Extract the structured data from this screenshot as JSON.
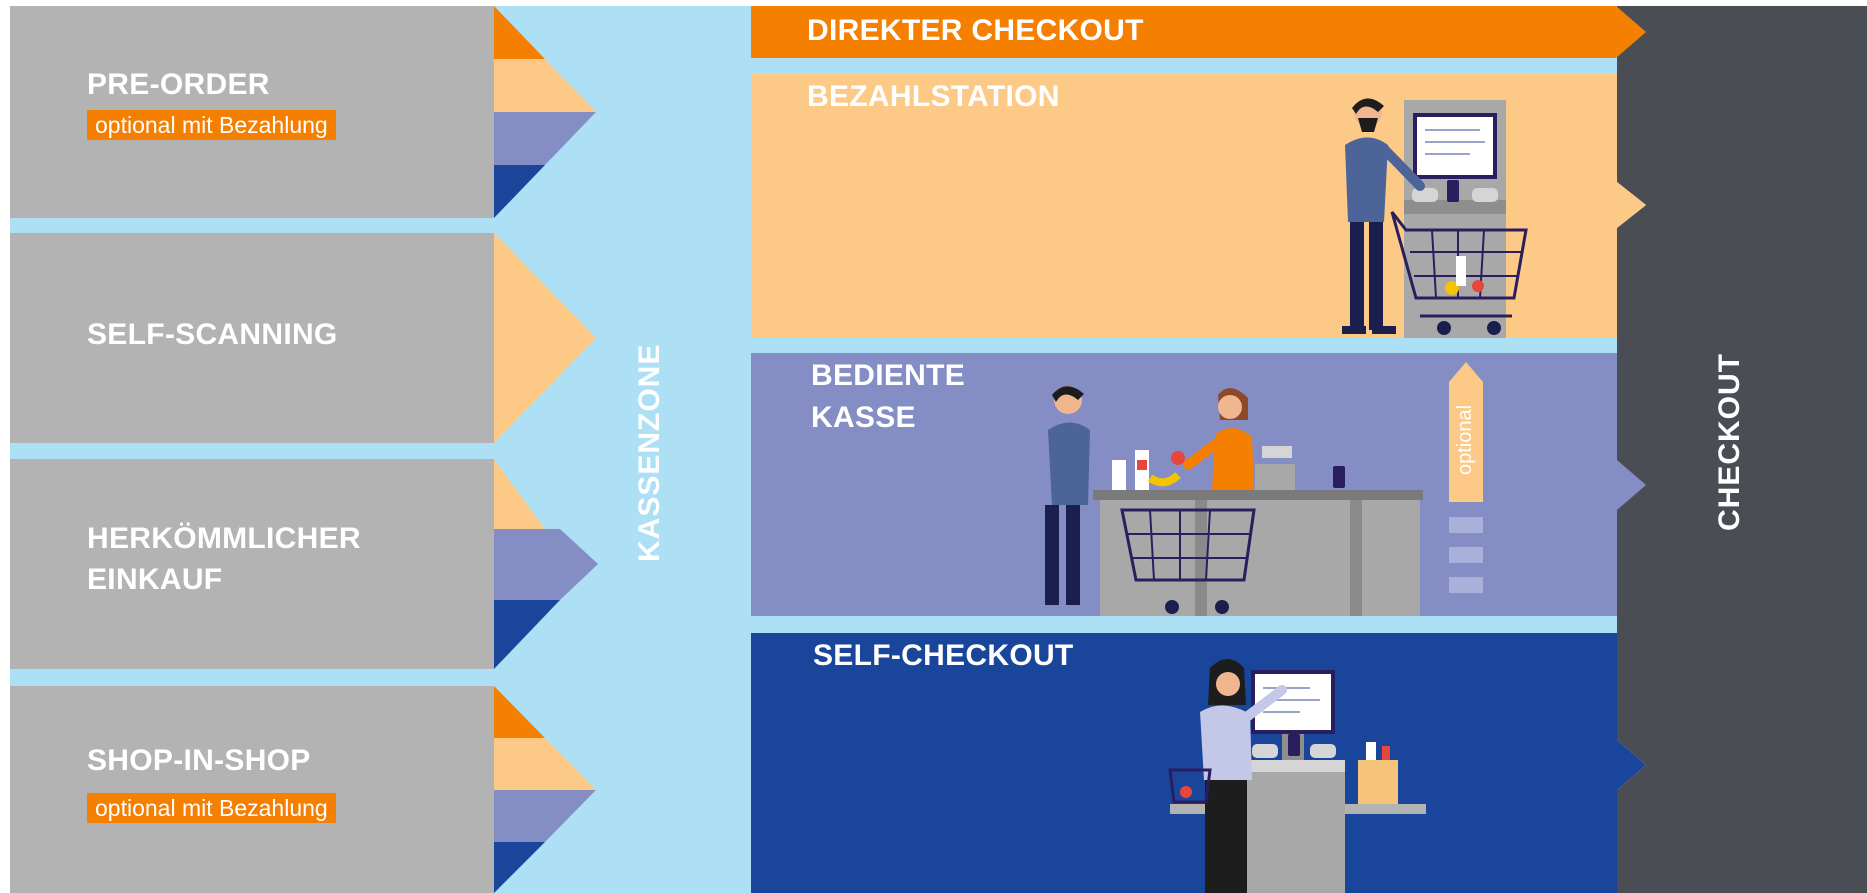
{
  "colors": {
    "orange": "#f57f00",
    "peach": "#fdc986",
    "lavender": "#848dc4",
    "navy": "#19469b",
    "gray": "#b3b3b3",
    "light_blue": "#ade0f5",
    "dark_slate": "#4b4d55"
  },
  "left_flows": [
    {
      "label": "PRE-ORDER",
      "badge": "optional mit Bezahlung"
    },
    {
      "label": "SELF-SCANNING"
    },
    {
      "label_line1": "HERKÖMMLICHER",
      "label_line2": "EINKAUF"
    },
    {
      "label": "SHOP-IN-SHOP",
      "badge": "optional mit Bezahlung"
    }
  ],
  "zones": {
    "kassenzone": "KASSENZONE",
    "checkout": "CHECKOUT"
  },
  "right_bands": {
    "direct_checkout": "DIREKTER CHECKOUT",
    "bezahlstation": "BEZAHLSTATION",
    "bediente_kasse_line1": "BEDIENTE",
    "bediente_kasse_line2": "KASSE",
    "optional_arrow": "optional",
    "self_checkout": "SELF-CHECKOUT"
  }
}
